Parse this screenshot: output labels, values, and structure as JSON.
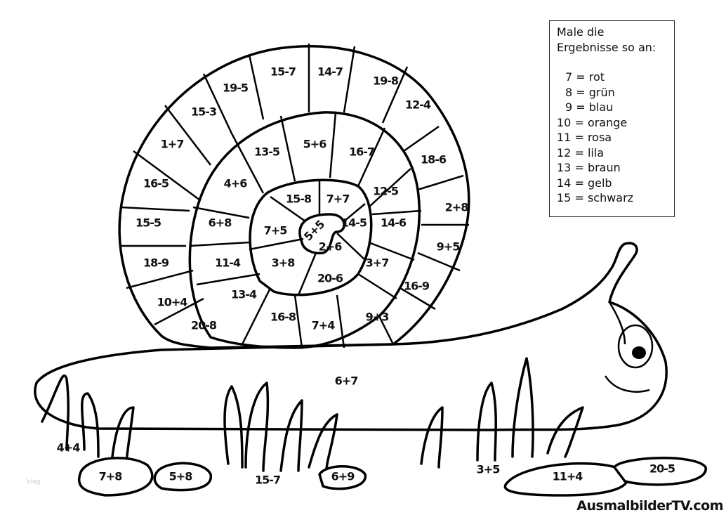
{
  "legend": {
    "title_line1": "Male die",
    "title_line2": "Ergebnisse so an:",
    "items": [
      "7 = rot",
      "8 = grün",
      "9 = blau",
      "10 = orange",
      "11 = rosa",
      "12 = lila",
      "13 = braun",
      "14 = gelb",
      "15 = schwarz"
    ]
  },
  "shell": {
    "outer": [
      "15-7",
      "14-7",
      "19-8",
      "12-4",
      "18-6",
      "2+8",
      "9+5",
      "16-9",
      "16-8",
      "20-8",
      "10+4",
      "18-9",
      "15-5",
      "16-5",
      "1+7",
      "15-3",
      "19-5"
    ],
    "middle": [
      "13-5",
      "5+6",
      "16-7",
      "12-5",
      "14-6",
      "3+7",
      "9+3",
      "7+4",
      "13-4",
      "11-4",
      "6+8",
      "4+6"
    ],
    "inner": [
      "15-8",
      "7+7",
      "14-5",
      "2+6",
      "20-6",
      "3+8",
      "7+5"
    ],
    "center": "5+5"
  },
  "ground": [
    "6+7",
    "4+4",
    "7+8",
    "5+8",
    "15-7",
    "6+9",
    "3+5",
    "11+4",
    "20-5"
  ],
  "watermark": "blog",
  "brand": "AusmalbilderTV.com"
}
